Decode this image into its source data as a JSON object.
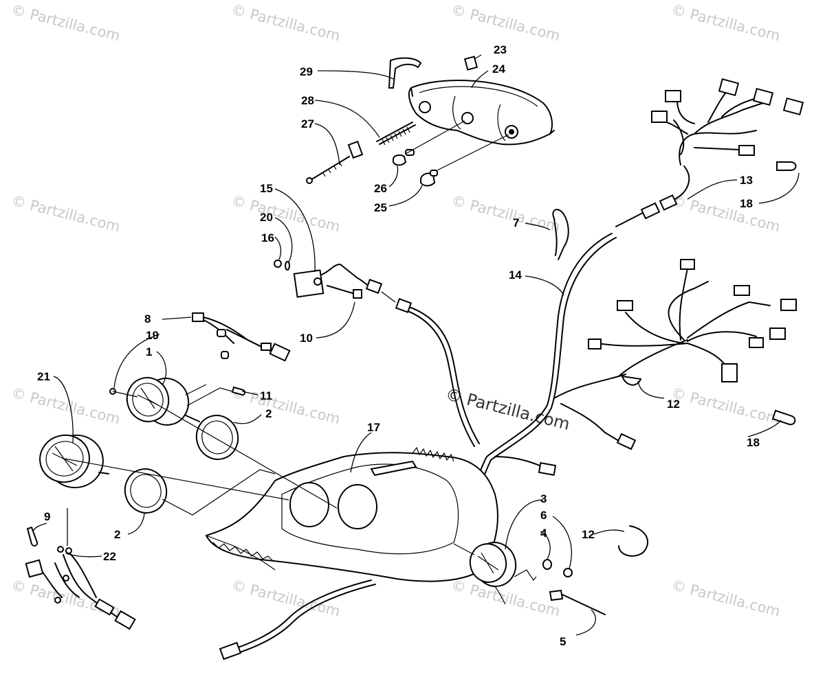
{
  "watermark": {
    "text": "© Partzilla.com",
    "center_text": "© Partzilla.com"
  },
  "callouts": {
    "c1": "1",
    "c2a": "2",
    "c2b": "2",
    "c3": "3",
    "c4": "4",
    "c5": "5",
    "c6": "6",
    "c7": "7",
    "c8": "8",
    "c9": "9",
    "c10": "10",
    "c11": "11",
    "c12a": "12",
    "c12b": "12",
    "c13": "13",
    "c14": "14",
    "c15": "15",
    "c16": "16",
    "c17": "17",
    "c18a": "18",
    "c18b": "18",
    "c19": "19",
    "c20": "20",
    "c21": "21",
    "c22": "22",
    "c23": "23",
    "c24": "24",
    "c25": "25",
    "c26": "26",
    "c27": "27",
    "c28": "28",
    "c29": "29"
  }
}
